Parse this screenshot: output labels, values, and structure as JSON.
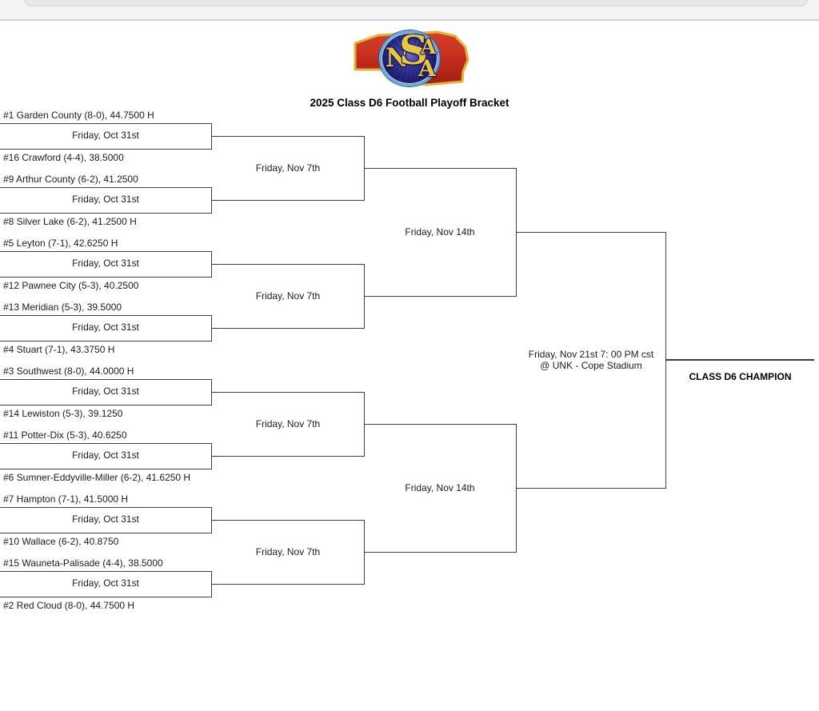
{
  "header": {
    "title": "2025 Class D6 Football Playoff Bracket",
    "logo_letters": [
      "N",
      "S",
      "A",
      "A"
    ]
  },
  "bracket": {
    "teams": [
      "#1 Garden County (8-0), 44.7500 H",
      "#16 Crawford (4-4), 38.5000",
      "#9 Arthur County (6-2), 41.2500",
      "#8 Silver Lake (6-2), 41.2500 H",
      "#5 Leyton (7-1), 42.6250 H",
      "#12 Pawnee City (5-3), 40.2500",
      "#13 Meridian (5-3), 39.5000",
      "#4 Stuart (7-1), 43.3750 H",
      "#3 Southwest (8-0), 44.0000 H",
      "#14 Lewiston (5-3), 39.1250",
      "#11 Potter-Dix (5-3), 40.6250",
      "#6 Sumner-Eddyville-Miller (6-2), 41.6250 H",
      "#7 Hampton (7-1), 41.5000 H",
      "#10 Wallace (6-2), 40.8750",
      "#15 Wauneta-Palisade (4-4), 38.5000",
      "#2 Red Cloud (8-0), 44.7500 H"
    ],
    "round1_label": "Friday, Oct 31st",
    "quarterfinal_label": "Friday, Nov 7th",
    "semifinal_label": "Friday, Nov 14th",
    "final_line1": "Friday, Nov 21st 7: 00 PM cst",
    "final_line2": "@ UNK - Cope Stadium",
    "champion_label": "CLASS D6 CHAMPION"
  },
  "colors": {
    "line": "#3f3f3f",
    "brand_red": "#c8311f",
    "brand_gold": "#eac63e",
    "brand_navy": "#1b1b5e",
    "ring_blue": "#6fa8d6"
  }
}
